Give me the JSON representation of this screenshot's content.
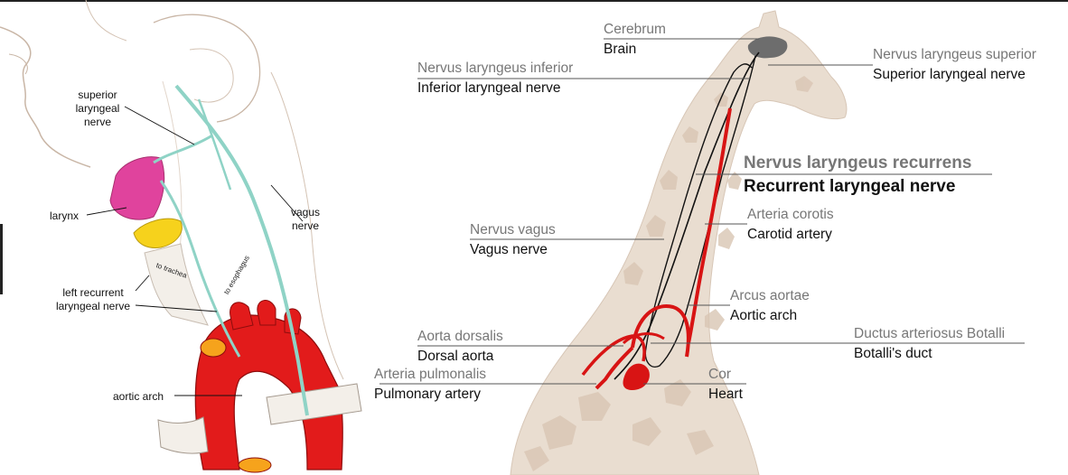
{
  "left_figure": {
    "labels": {
      "superior_laryngeal_nerve": "superior\nlaryngeal\nnerve",
      "larynx": "larynx",
      "vagus_nerve": "vagus\nnerve",
      "left_recurrent_laryngeal_nerve": "left recurrent\nlaryngeal nerve",
      "aortic_arch": "aortic arch",
      "to_trachea": "to trachea",
      "to_esophagus": "to esophagus"
    }
  },
  "right_figure": {
    "labels": {
      "cerebrum": {
        "latin": "Cerebrum",
        "english": "Brain"
      },
      "superior": {
        "latin": "Nervus laryngeus superior",
        "english": "Superior laryngeal nerve"
      },
      "inferior": {
        "latin": "Nervus laryngeus inferior",
        "english": "Inferior laryngeal nerve"
      },
      "recurrent": {
        "latin": "Nervus laryngeus recurrens",
        "english": "Recurrent laryngeal nerve"
      },
      "carotid": {
        "latin": "Arteria corotis",
        "english": "Carotid artery"
      },
      "vagus": {
        "latin": "Nervus vagus",
        "english": "Vagus nerve"
      },
      "arch": {
        "latin": "Arcus aortae",
        "english": "Aortic arch"
      },
      "dorsal": {
        "latin": "Aorta dorsalis",
        "english": "Dorsal aorta"
      },
      "botalli": {
        "latin": "Ductus arteriosus Botalli",
        "english": "Botalli's duct"
      },
      "pulmonary": {
        "latin": "Arteria pulmonalis",
        "english": "Pulmonary artery"
      },
      "heart": {
        "latin": "Cor",
        "english": "Heart"
      }
    }
  },
  "colors": {
    "artery_red": "#d81414",
    "nerve_teal": "#8fd3c6",
    "larynx_magenta": "#e0439d",
    "cartilage_yellow": "#f6d21c",
    "giraffe_fill": "#e9ddd0",
    "giraffe_patch": "#d9c6b4"
  }
}
